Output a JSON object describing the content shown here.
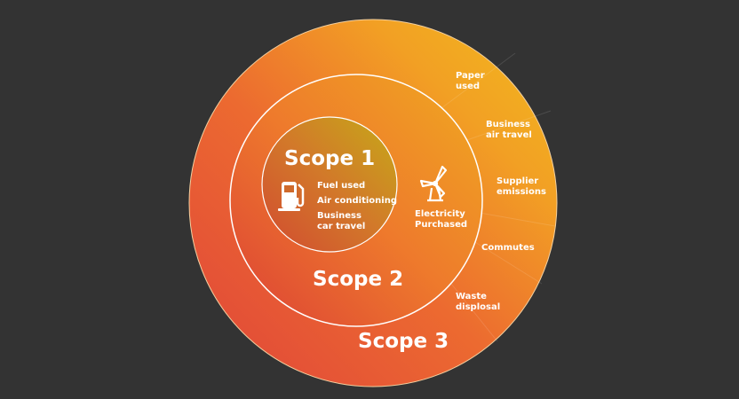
{
  "scope1": {
    "title": "Scope 1",
    "items": [
      "Fuel used",
      "Air conditioning",
      "Business car travel"
    ],
    "icon": "fuel-pump-icon"
  },
  "scope2": {
    "title": "Scope 2",
    "item": "Electricity Purchased",
    "icon": "wind-turbine-icon"
  },
  "scope3": {
    "title": "Scope 3",
    "items": [
      "Paper used",
      "Business air travel",
      "Supplier emissions",
      "Commutes",
      "Waste displosal"
    ]
  },
  "colors": {
    "background": "#333333",
    "red": "#e0483a",
    "orange": "#f08a2a",
    "yellow": "#f2b81c",
    "olive": "#c4a21a"
  }
}
